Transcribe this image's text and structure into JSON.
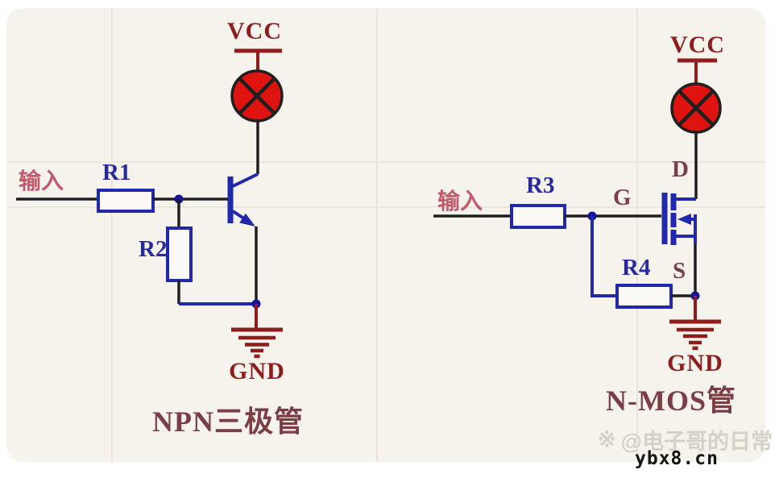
{
  "palette": {
    "sheet_background": "#f6f2ec",
    "wire_black": "#1f1f1f",
    "component_blue": "#2228ac",
    "power_red": "#8e1d1d",
    "lamp_red": "#df1410",
    "input_pink": "#c05b6b",
    "pin_maroon": "#7a3e44"
  },
  "left_circuit": {
    "vcc_label": "VCC",
    "gnd_label": "GND",
    "input_label": "输入",
    "r1_label": "R1",
    "r2_label": "R2",
    "caption": "NPN三极管"
  },
  "right_circuit": {
    "vcc_label": "VCC",
    "gnd_label": "GND",
    "input_label": "输入",
    "r3_label": "R3",
    "r4_label": "R4",
    "drain_label": "D",
    "gate_label": "G",
    "source_label": "S",
    "caption": "N-MOS管"
  },
  "watermark": {
    "logo_glyph": "※",
    "author": "@电子哥的日常",
    "site": "ybx8.cn"
  }
}
